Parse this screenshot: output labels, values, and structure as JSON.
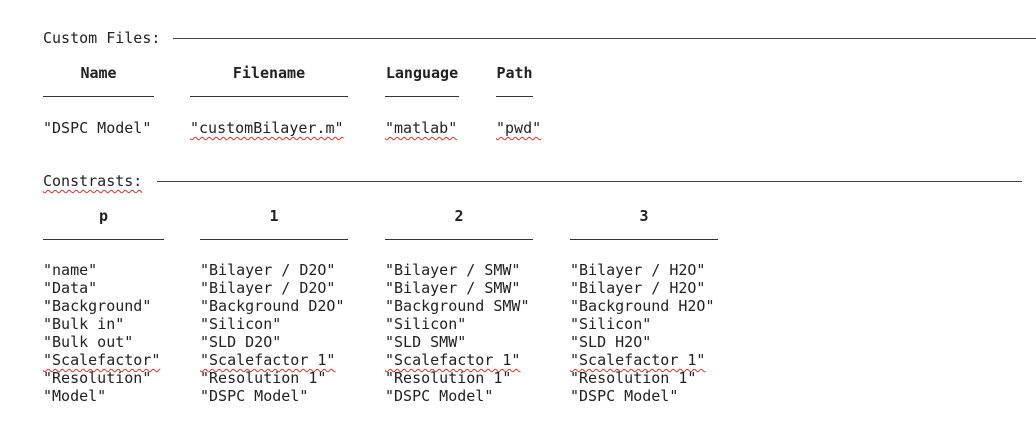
{
  "custom_files": {
    "section_title": "Custom Files:",
    "headers": {
      "name": "Name",
      "filename": "Filename",
      "language": "Language",
      "path": "Path"
    },
    "row": {
      "name": "\"DSPC Model\"",
      "filename": "\"customBilayer.m\"",
      "language": "\"matlab\"",
      "path": "\"pwd\""
    }
  },
  "contrasts": {
    "section_title": "Constrasts:",
    "headers": {
      "p": "p",
      "c1": "1",
      "c2": "2",
      "c3": "3"
    },
    "columns": {
      "p": [
        "\"name\"",
        "\"Data\"",
        "\"Background\"",
        "\"Bulk in\"",
        "\"Bulk out\"",
        "\"Scalefactor\"",
        "\"Resolution\"",
        "\"Model\""
      ],
      "c1": [
        "\"Bilayer / D2O\"",
        "\"Bilayer / D2O\"",
        "\"Background D2O\"",
        "\"Silicon\"",
        "\"SLD D2O\"",
        "\"Scalefactor 1\"",
        "\"Resolution 1\"",
        "\"DSPC Model\""
      ],
      "c2": [
        "\"Bilayer / SMW\"",
        "\"Bilayer / SMW\"",
        "\"Background SMW\"",
        "\"Silicon\"",
        "\"SLD SMW\"",
        "\"Scalefactor 1\"",
        "\"Resolution 1\"",
        "\"DSPC Model\""
      ],
      "c3": [
        "\"Bilayer / H2O\"",
        "\"Bilayer / H2O\"",
        "\"Background H2O\"",
        "\"Silicon\"",
        "\"SLD H2O\"",
        "\"Scalefactor 1\"",
        "\"Resolution 1\"",
        "\"DSPC Model\""
      ]
    }
  }
}
